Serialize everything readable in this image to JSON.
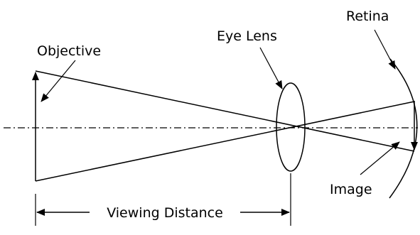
{
  "labels": {
    "objective": "Objective",
    "eye_lens": "Eye Lens",
    "retina": "Retina",
    "image": "Image",
    "viewing_distance": "Viewing Distance"
  },
  "colors": {
    "stroke": "#000000",
    "background": "#ffffff"
  }
}
